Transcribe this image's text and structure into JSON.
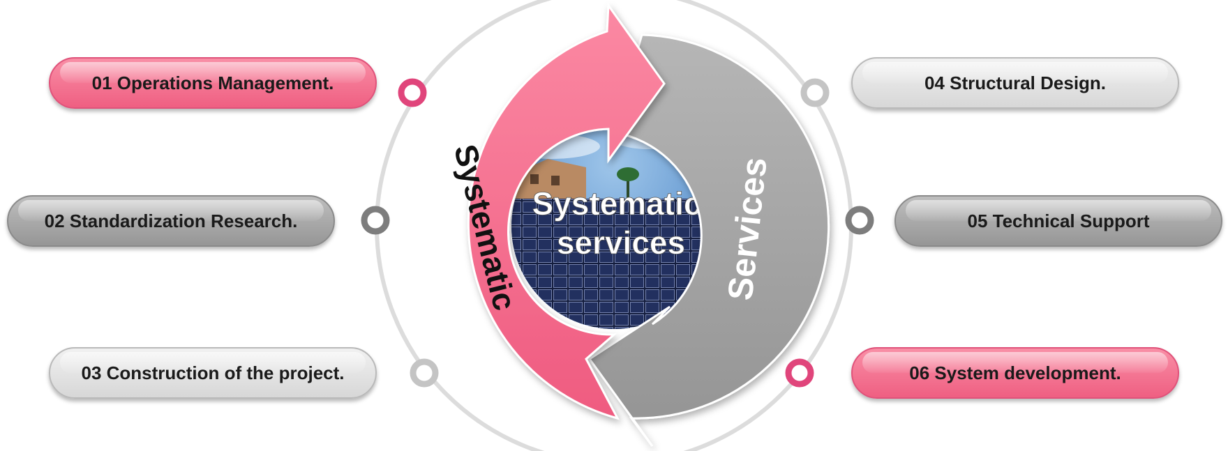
{
  "center": {
    "line1": "Systematic",
    "line2": "services"
  },
  "arrows": {
    "left_label": "Systematic",
    "right_label": "Services"
  },
  "items": [
    {
      "number": "01",
      "label": "01  Operations Management."
    },
    {
      "number": "02",
      "label": "02  Standardization Research."
    },
    {
      "number": "03",
      "label": "03  Construction of the project."
    },
    {
      "number": "04",
      "label": "04  Structural Design."
    },
    {
      "number": "05",
      "label": "05 Technical Support"
    },
    {
      "number": "06",
      "label": "06  System development."
    }
  ],
  "colors": {
    "pink": "#f06a8c",
    "pink_dark": "#e05480",
    "gray": "#a5a5a5",
    "light_gray": "#dadada",
    "ring": "#d4d4d4"
  }
}
